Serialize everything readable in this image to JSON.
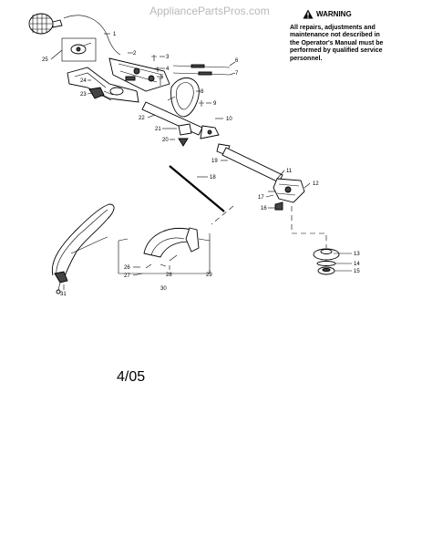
{
  "watermark": "AppliancePartsPros.com",
  "warning": {
    "title": "WARNING",
    "lines": [
      "All repairs, adjustments and",
      "maintenance not described in",
      "the Operator's Manual must be",
      "performed by qualified service",
      "personnel."
    ]
  },
  "date_code": "4/05",
  "parts": [
    {
      "n": "1"
    },
    {
      "n": "2"
    },
    {
      "n": "3"
    },
    {
      "n": "4"
    },
    {
      "n": "5"
    },
    {
      "n": "6"
    },
    {
      "n": "7"
    },
    {
      "n": "8"
    },
    {
      "n": "9"
    },
    {
      "n": "10"
    },
    {
      "n": "11"
    },
    {
      "n": "12"
    },
    {
      "n": "13"
    },
    {
      "n": "14"
    },
    {
      "n": "15"
    },
    {
      "n": "16"
    },
    {
      "n": "17"
    },
    {
      "n": "18"
    },
    {
      "n": "19"
    },
    {
      "n": "20"
    },
    {
      "n": "21"
    },
    {
      "n": "22"
    },
    {
      "n": "23"
    },
    {
      "n": "24"
    },
    {
      "n": "25"
    },
    {
      "n": "26"
    },
    {
      "n": "27"
    },
    {
      "n": "28"
    },
    {
      "n": "29"
    },
    {
      "n": "30"
    },
    {
      "n": "31"
    }
  ]
}
